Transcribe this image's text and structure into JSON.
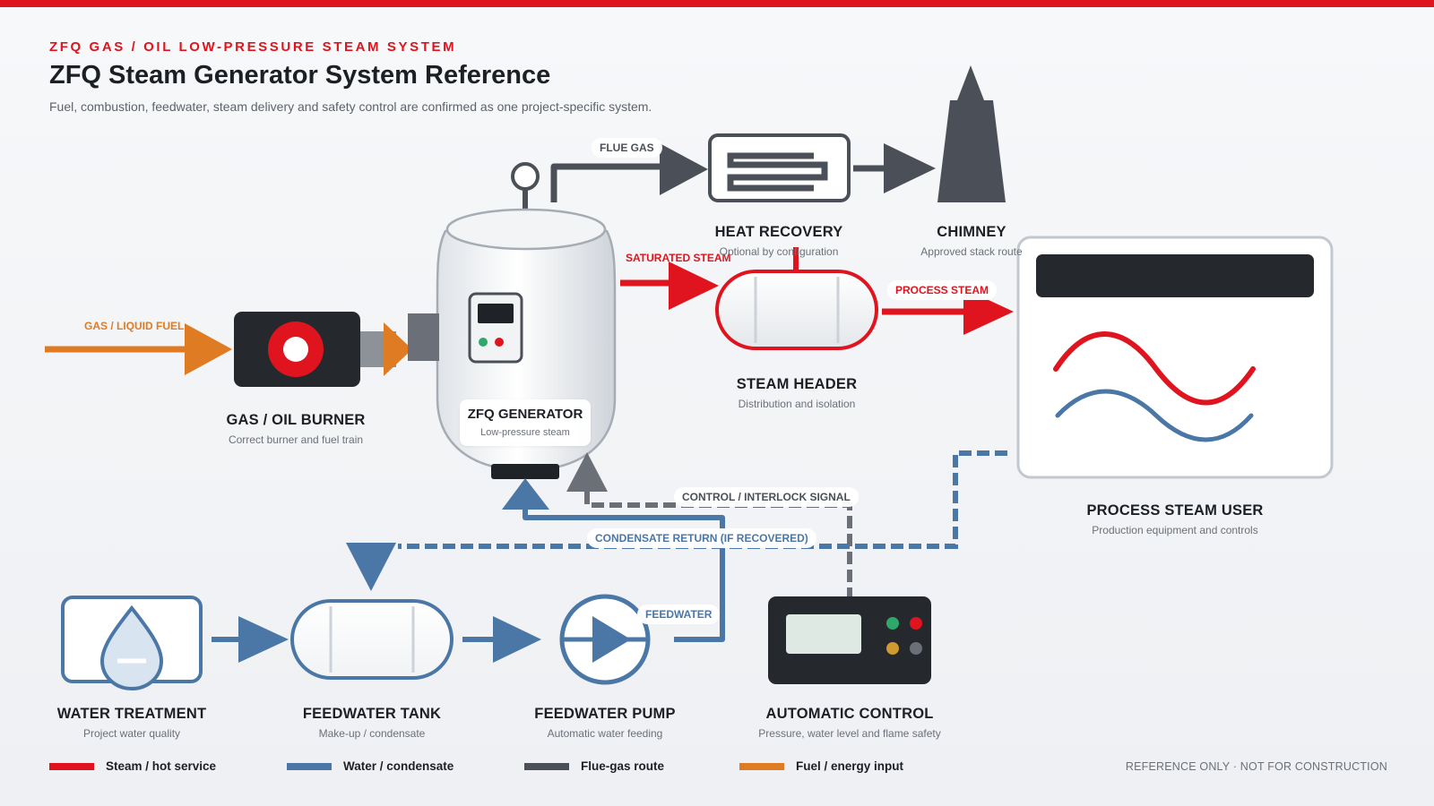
{
  "header": {
    "eyebrow": "ZFQ GAS / OIL LOW-PRESSURE STEAM SYSTEM",
    "title": "ZFQ Steam Generator System Reference",
    "subtitle": "Fuel, combustion, feedwater, steam delivery and safety control are confirmed as one project-specific system."
  },
  "components": {
    "heat_recovery": {
      "name": "HEAT RECOVERY",
      "desc": "Optional by configuration"
    },
    "chimney": {
      "name": "CHIMNEY",
      "desc": "Approved stack route"
    },
    "generator": {
      "name": "ZFQ GENERATOR",
      "desc": "Low-pressure steam"
    },
    "burner": {
      "name": "GAS / OIL BURNER",
      "desc": "Correct burner and fuel train"
    },
    "steam_header": {
      "name": "STEAM HEADER",
      "desc": "Distribution and isolation"
    },
    "process_user": {
      "name": "PROCESS STEAM USER",
      "desc": "Production equipment and controls"
    },
    "water_treatment": {
      "name": "WATER TREATMENT",
      "desc": "Project water quality"
    },
    "feedwater_tank": {
      "name": "FEEDWATER TANK",
      "desc": "Make-up / condensate"
    },
    "feedwater_pump": {
      "name": "FEEDWATER PUMP",
      "desc": "Automatic water feeding"
    },
    "automatic_control": {
      "name": "AUTOMATIC CONTROL",
      "desc": "Pressure, water level and flame safety"
    }
  },
  "flows": {
    "flue_gas": "FLUE GAS",
    "fuel": "GAS / LIQUID FUEL",
    "saturated_steam": "SATURATED STEAM",
    "process_steam": "PROCESS STEAM",
    "control_signal": "CONTROL / INTERLOCK SIGNAL",
    "condensate_return": "CONDENSATE RETURN (IF RECOVERED)",
    "feedwater": "FEEDWATER"
  },
  "legend": {
    "steam": {
      "label": "Steam / hot service",
      "color": "#e0141e"
    },
    "water": {
      "label": "Water / condensate",
      "color": "#4a77a6"
    },
    "flue": {
      "label": "Flue-gas route",
      "color": "#4b5058"
    },
    "fuel": {
      "label": "Fuel / energy input",
      "color": "#df7c23"
    }
  },
  "footer": {
    "note": "REFERENCE ONLY · NOT FOR CONSTRUCTION"
  }
}
